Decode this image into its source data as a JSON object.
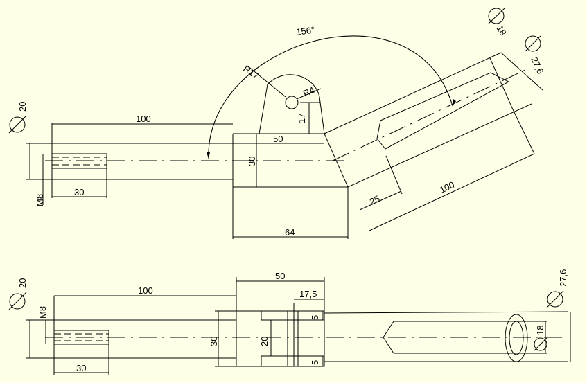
{
  "drawing": {
    "top_view": {
      "angle": "156°",
      "radius_large": "R17",
      "radius_small": "R4",
      "dia_shaft": "20",
      "dia_pin": "18",
      "dia_tube": "27,6",
      "len_shaft": "100",
      "len_block": "50",
      "height_block": "30",
      "height_lug": "17",
      "len_thread": "30",
      "thread": "M8",
      "len_base": "64",
      "len_arm_short": "25",
      "len_arm": "100"
    },
    "front_view": {
      "dia_shaft": "20",
      "len_shaft": "100",
      "len_block": "50",
      "slot_width": "17,5",
      "thread": "M8",
      "height_block": "30",
      "inner_height": "20",
      "wall_top": "5",
      "wall_bottom": "5",
      "dia_tube": "27,6",
      "dia_pin": "18",
      "len_thread": "30"
    }
  }
}
